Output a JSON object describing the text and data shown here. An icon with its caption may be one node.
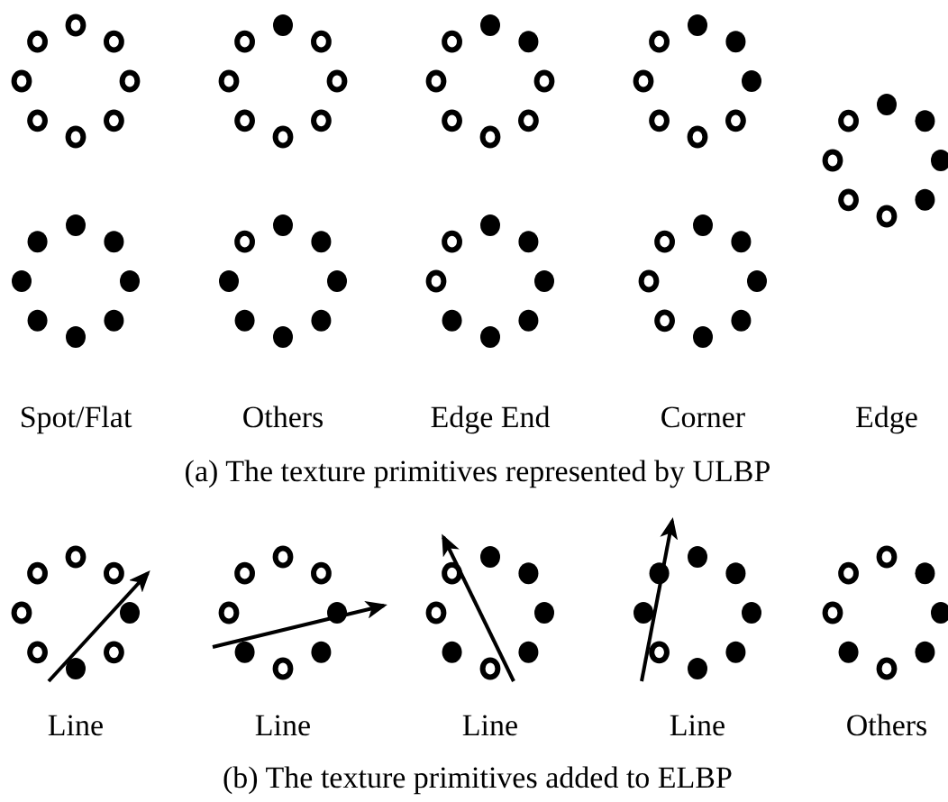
{
  "diagram": {
    "labels": [
      "Spot/Flat",
      "Others",
      "Edge End",
      "Corner",
      "Edge",
      "(a) The texture primitives represented by ULBP",
      "Line",
      "Line",
      "Line",
      "Line",
      "Others",
      "(b) The texture primitives added to ELBP"
    ]
  }
}
